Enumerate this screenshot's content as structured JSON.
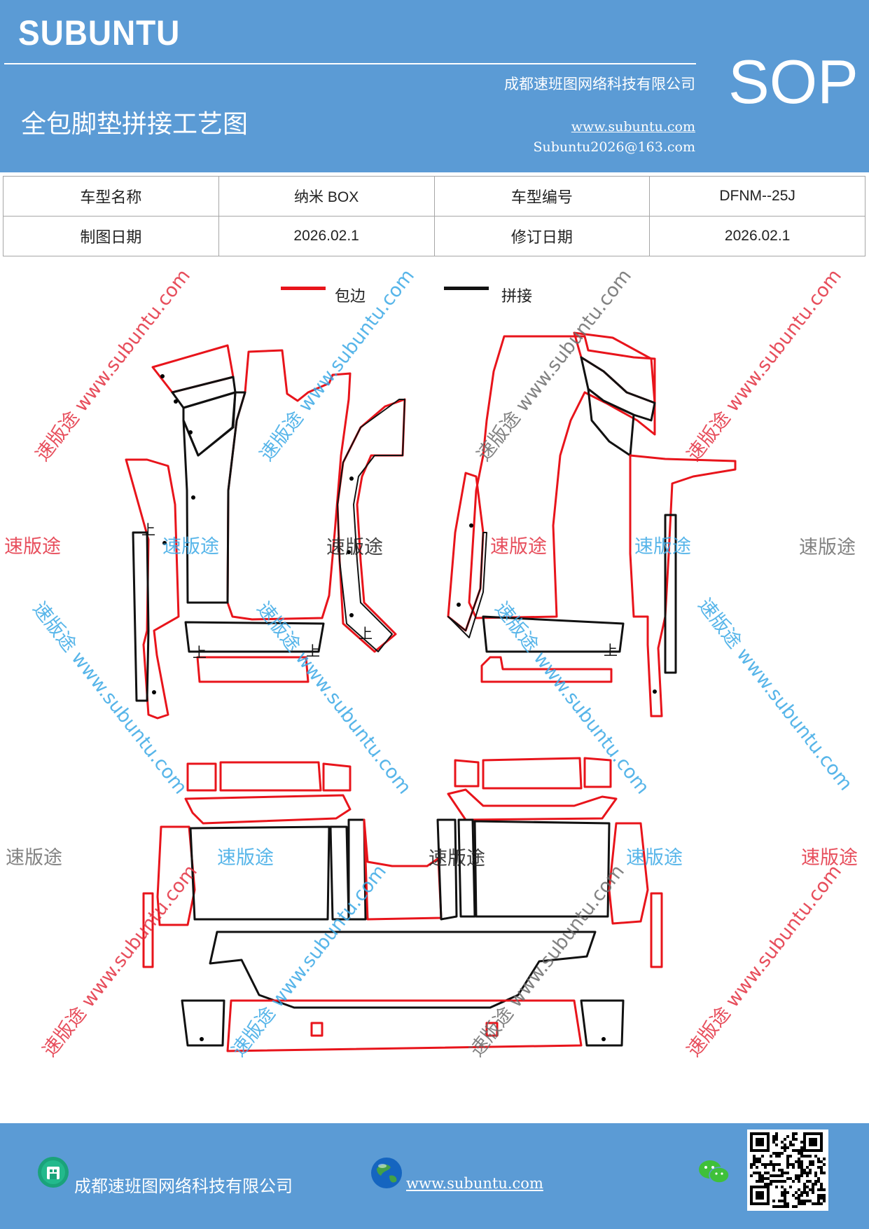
{
  "header": {
    "brand": "SUBUNTU",
    "company": "成都速班图网络科技有限公司",
    "sop": "SOP",
    "title": "全包脚垫拼接工艺图",
    "website": "www.subuntu.com",
    "email": "Subuntu2026@163.com"
  },
  "info_table": {
    "rows": [
      {
        "label1": "车型名称",
        "value1": "纳米 BOX",
        "label2": "车型编号",
        "value2": "DFNM--25J"
      },
      {
        "label1": "制图日期",
        "value1": "2026.02.1",
        "label2": "修订日期",
        "value2": "2026.02.1"
      }
    ]
  },
  "legend": {
    "edge": {
      "label": "包边",
      "color": "#e8141b"
    },
    "seam": {
      "label": "拼接",
      "color": "#111111"
    }
  },
  "drawing": {
    "mark": "上"
  },
  "watermark": {
    "text": "速版途",
    "url_text": "www.subuntu.com",
    "colors": {
      "red": "#e33040",
      "blue": "#3aa9e6",
      "gray": "#6d6d6d",
      "black": "#222222"
    }
  },
  "footer": {
    "company": "成都速班图网络科技有限公司",
    "website": "www.subuntu.com"
  }
}
